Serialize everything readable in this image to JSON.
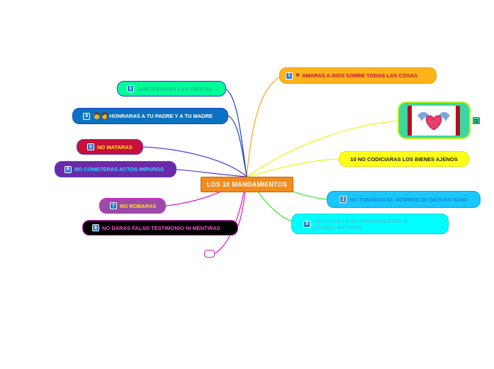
{
  "central": {
    "label": "LOS 10 MANDAMIENTOS"
  },
  "nodes": {
    "n1": {
      "num": "1",
      "label": "AMARAS A DIOS SOBRE TODAS LAS COSAS"
    },
    "n2": {
      "num": "2",
      "label": "NO TOMARAS EL NOMBRE DE DIOS EN VANO"
    },
    "n3": {
      "num": "3",
      "label": "SANTIFICARAS LAS FIESTAS"
    },
    "n4": {
      "num": "4",
      "label": "HONRARAS A TU PADRE Y A TU MADRE"
    },
    "n5": {
      "num": "5",
      "label": "NO MATARAS"
    },
    "n6": {
      "num": "6",
      "label": "NO COMETERAS ACTOS IMPUROS"
    },
    "n7": {
      "num": "7",
      "label": "NO ROBARAS"
    },
    "n8": {
      "num": "8",
      "label": "NO DARAS FALSO TESTIMONIO NI MENTIRAS"
    },
    "n9": {
      "num": "9",
      "label_line1": "NO CONSETIRAS PENSAMIENTOS NI",
      "label_line2": "DESEOS IMPUROS"
    },
    "n10": {
      "label": "10 NO CODICIARAS LOS BIENES AJENOS"
    }
  },
  "colors": {
    "central": "#f28b1d",
    "n1": "#ffb31a",
    "n2": "#1ac6ff",
    "n3": "#00ff99",
    "n4": "#0a72c0",
    "n5": "#c8103a",
    "n6": "#6a2aa8",
    "n7": "#9a4aa8",
    "n8": "#000000",
    "n9": "#00ffff",
    "n10": "#ffff1a",
    "image_node": "#3dd6a0"
  },
  "icons": [
    "heart-icon",
    "parents-emoji-icon",
    "notes-icon",
    "winged-heart-image"
  ]
}
